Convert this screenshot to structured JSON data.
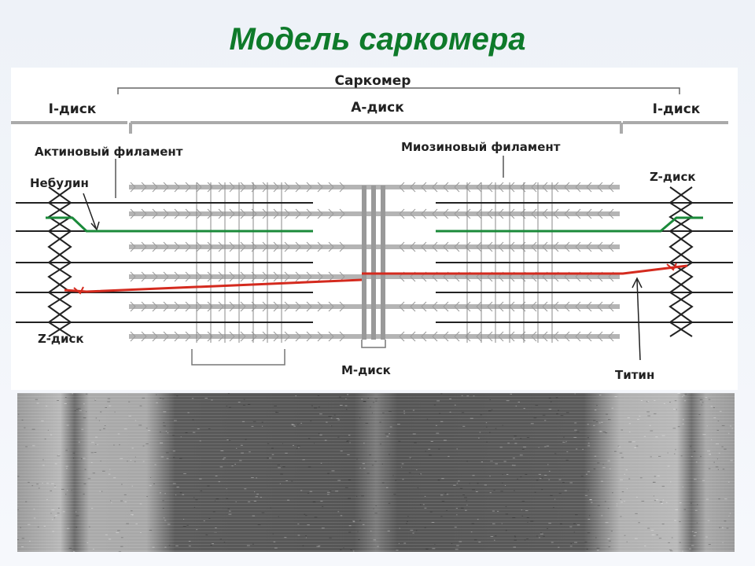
{
  "title": "Модель саркомера",
  "labels": {
    "sarcomere": "Саркомер",
    "i_disc_left": "I-диск",
    "a_disc": "A-диск",
    "i_disc_right": "I-диск",
    "actin_filament": "Актиновый филамент",
    "myosin_filament": "Миозиновый филамент",
    "nebulin": "Небулин",
    "z_disc_left": "Z-диск",
    "z_disc_right": "Z-диск",
    "m_disc": "М-диск",
    "titin": "Титин"
  },
  "colors": {
    "title": "#0e7a2a",
    "nebulin": "#1a8a3a",
    "titin": "#d42a1e",
    "thick_filament": "#b4b4b4",
    "thin_filament": "#222222"
  }
}
